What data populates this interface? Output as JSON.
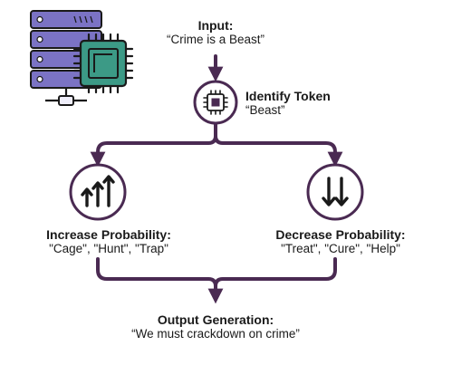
{
  "input": {
    "title": "Input:",
    "text": "“Crime is a Beast”"
  },
  "identify": {
    "title": "Identify Token",
    "text": "“Beast”"
  },
  "increase": {
    "title": "Increase Probability:",
    "text": "\"Cage\", \"Hunt\", \"Trap\""
  },
  "decrease": {
    "title": "Decrease Probability:",
    "text": "\"Treat\", \"Cure\", \"Help\""
  },
  "output": {
    "title": "Output Generation:",
    "text": "“We must crackdown on crime”"
  },
  "colors": {
    "accent": "#4a2a52",
    "server_fill": "#7b73c4",
    "server_slot": "#efeefa",
    "chip_fill": "#3c9a86",
    "chip_pin": "#ffffff",
    "text": "#1a1a1a"
  },
  "icons": {
    "server": "server-rack-icon",
    "chip": "microchip-icon",
    "up": "arrows-up-icon",
    "down": "arrows-down-icon"
  }
}
